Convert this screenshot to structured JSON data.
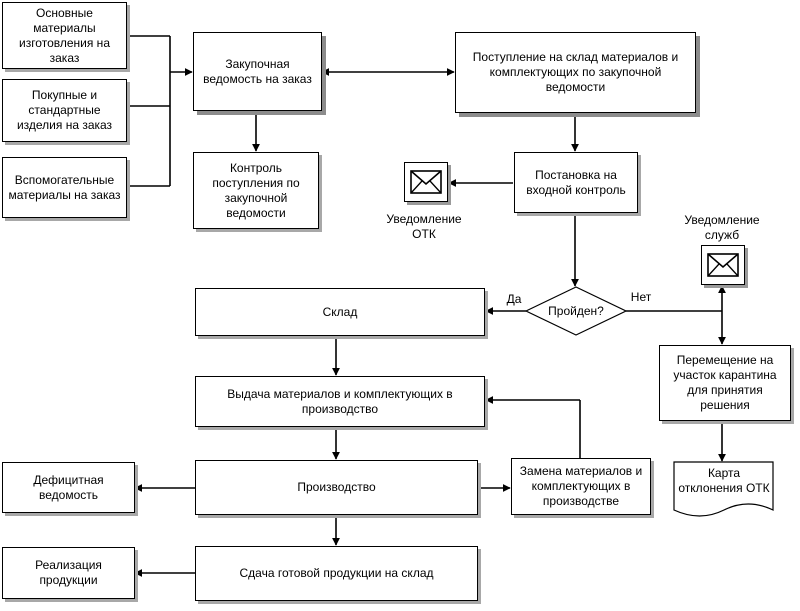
{
  "nodes": {
    "materials_main": "Основные\nматериалы\nизготовления на\nзаказ",
    "purchased_items": "Покупные и\nстандартные\nизделия на заказ",
    "auxiliary": "Вспомогательные\nматериалы на заказ",
    "purchase_statement": "Закупочная\nведомость на заказ",
    "control_receipt": "Контроль\nпоступления по\nзакупочной\nведомости",
    "warehouse_receipt": "Поступление на склад  материалов и\nкомплектующих по закупочной\nведомости",
    "incoming_control": "Постановка на\nвходной контроль",
    "passed": "Пройден?",
    "warehouse": "Склад",
    "issue": "Выдача материалов и комплектующих в\nпроизводство",
    "production": "Производство",
    "replacement": "Замена материалов и\nкомплектующих в\nпроизводстве",
    "deficit": "Дефицитная\nведомость",
    "delivery": "Сдача готовой продукции на склад",
    "sales": "Реализация\nпродукции",
    "quarantine": "Перемещение на\nучасток карантина\nдля принятия\nрешения",
    "rejection_card": "Карта\nотклонения ОТК"
  },
  "labels": {
    "notify_otk": "Уведомление\nОТК",
    "notify_services": "Уведомление\nслужб",
    "yes": "Да",
    "no": "Нет"
  },
  "icons": {
    "otk_envelope": "envelope-icon",
    "services_envelope": "envelope-icon"
  }
}
